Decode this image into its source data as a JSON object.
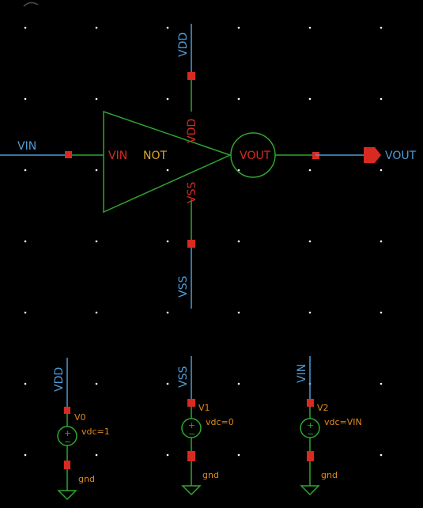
{
  "colors": {
    "background": "#000000",
    "grid_dot": "#ffffff",
    "wire": "#4f9bd6",
    "symbol": "#2fa52f",
    "pin": "#d82a22",
    "pin_label": "#d82a22",
    "net_label": "#4f9bd6",
    "instance_text": "#d9a62a",
    "source_text": "#e28a1e"
  },
  "inverter": {
    "name": "NOT",
    "pin_in": "VIN",
    "pin_out": "VOUT",
    "pin_vdd": "VDD",
    "pin_vss": "VSS"
  },
  "nets": {
    "vin": "VIN",
    "vout": "VOUT",
    "vdd": "VDD",
    "vss": "VSS"
  },
  "sources": [
    {
      "net": "VDD",
      "inst": "V0",
      "param": "vdc=1",
      "gnd": "gnd"
    },
    {
      "net": "VSS",
      "inst": "V1",
      "param": "vdc=0",
      "gnd": "gnd"
    },
    {
      "net": "VIN",
      "inst": "V2",
      "param": "vdc=VIN",
      "gnd": "gnd"
    }
  ]
}
